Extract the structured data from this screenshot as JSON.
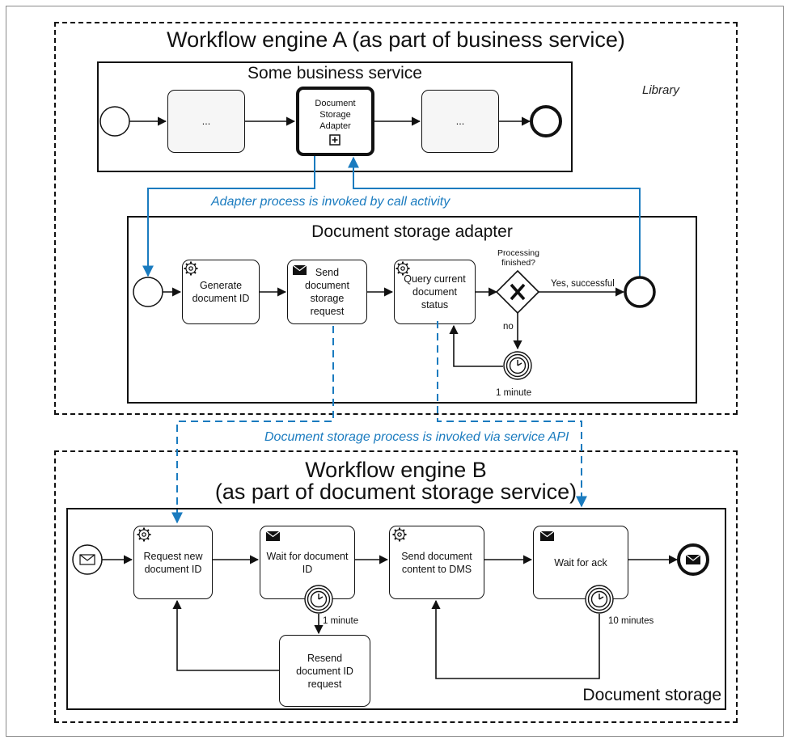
{
  "engine_a": {
    "title": "Workflow engine A (as part of business service)",
    "library_label": "Library",
    "business_pool": {
      "title": "Some business service",
      "task_1": "...",
      "adapter_task": "Document Storage Adapter",
      "task_3": "..."
    },
    "adapter_pool": {
      "title": "Document storage adapter",
      "tasks": [
        "Generate document ID",
        "Send document storage request",
        "Query current document status"
      ],
      "gateway_label": "Processing finished?",
      "yes_label": "Yes, successful",
      "no_label": "no",
      "timer_label": "1 minute"
    }
  },
  "call_activity_note": "Adapter process is invoked by call activity",
  "service_api_note": "Document storage process is invoked via service API",
  "engine_b": {
    "title_line1": "Workflow engine B",
    "title_line2": "(as part of document storage service)",
    "storage_pool": {
      "title": "Document storage",
      "tasks": [
        "Request new document ID",
        "Wait for document ID",
        "Send document content to DMS",
        "Wait for ack",
        "Resend document ID request"
      ],
      "timer_1_label": "1 minute",
      "timer_2_label": "10 minutes"
    }
  },
  "colors": {
    "accent_blue": "#1a7bbf",
    "line": "#111111"
  },
  "icons": [
    "gear-icon",
    "envelope-icon",
    "clock-icon",
    "gateway-x-icon",
    "subprocess-plus-icon"
  ]
}
